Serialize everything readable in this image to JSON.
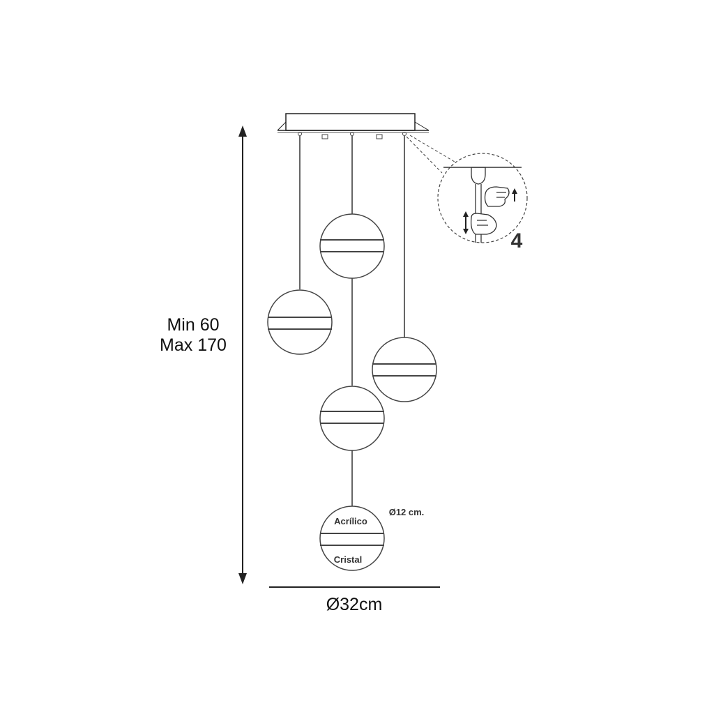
{
  "height_range": {
    "min": "Min 60",
    "max": "Max 170"
  },
  "canopy_diameter": "Ø32cm",
  "globe_diameter": "Ø12 cm.",
  "globe_material_top": "Acrílico",
  "globe_material_bottom": "Cristal",
  "detail_step": "4",
  "colors": {
    "line": "#222222",
    "globe": "#444444",
    "band": "#333333"
  }
}
